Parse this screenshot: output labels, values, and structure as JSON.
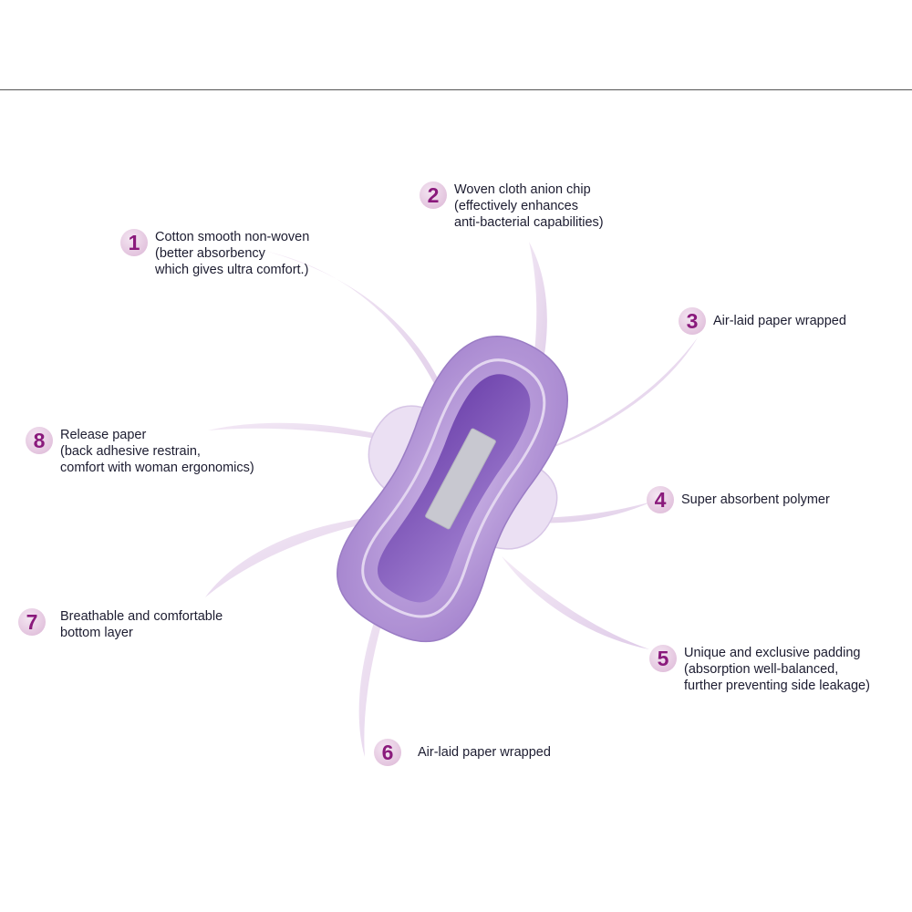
{
  "colors": {
    "badge_fill": "#e3c4de",
    "badge_number": "#8a1a7c",
    "pad_body": "#b79ad7",
    "pad_core": "#7d52b8",
    "ribbon": "#ead9ef",
    "release_strip": "#c8c8d0"
  },
  "callouts": [
    {
      "number": "1",
      "lines": [
        "Cotton smooth non-woven",
        " (better absorbency",
        "which gives ultra comfort.)"
      ]
    },
    {
      "number": "2",
      "lines": [
        "Woven cloth anion chip",
        "(effectively enhances",
        "anti-bacterial capabilities)"
      ]
    },
    {
      "number": "3",
      "lines": [
        "Air-laid paper wrapped"
      ]
    },
    {
      "number": "4",
      "lines": [
        "Super absorbent polymer"
      ]
    },
    {
      "number": "5",
      "lines": [
        "Unique and exclusive padding",
        "(absorption well-balanced,",
        "further preventing side leakage)"
      ]
    },
    {
      "number": "6",
      "lines": [
        "Air-laid paper wrapped"
      ]
    },
    {
      "number": "7",
      "lines": [
        "Breathable and comfortable",
        "bottom layer"
      ]
    },
    {
      "number": "8",
      "lines": [
        "Release paper",
        " (back adhesive restrain,",
        "comfort with woman ergonomics)"
      ]
    }
  ]
}
